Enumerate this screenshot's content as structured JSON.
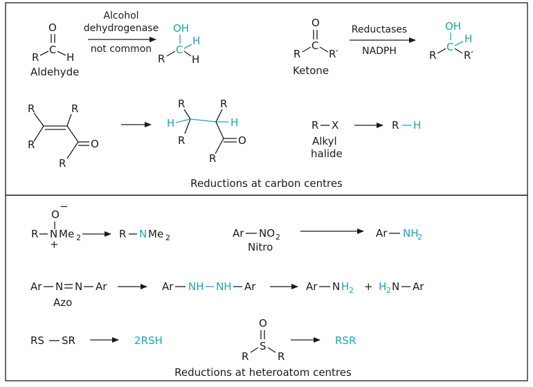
{
  "colors": {
    "ink": "#1a1a1a",
    "accent": "#1fa3b3"
  },
  "carbon": {
    "caption": "Reductions at carbon centres",
    "aldehyde": {
      "name": "Aldehyde",
      "enzyme_line1": "Alcohol",
      "enzyme_line2": "dehydrogenase",
      "note": "not common",
      "O": "O",
      "R": "R",
      "C": "C",
      "H": "H",
      "product_OH": "OH",
      "product_C": "C",
      "product_H1": "H",
      "product_R": "R",
      "product_H2": "H"
    },
    "ketone": {
      "name": "Ketone",
      "enzyme": "Reductases",
      "cofactor": "NADPH",
      "O": "O",
      "R": "R",
      "C": "C",
      "R_prime": "R′",
      "product_OH": "OH",
      "product_C": "C",
      "product_H": "H",
      "product_R": "R",
      "product_R_prime": "R′"
    },
    "enone": {
      "R1": "R",
      "R2": "R",
      "R3": "R",
      "R4": "R",
      "O": "O",
      "p_R1": "R",
      "p_R2": "R",
      "p_H1": "H",
      "p_H2": "H",
      "p_R3": "R",
      "p_R4": "R",
      "p_O": "O"
    },
    "alkyl_halide": {
      "reactant": "R",
      "X": "X",
      "name_line1": "Alkyl",
      "name_line2": "halide",
      "product_R": "R",
      "product_H": "H"
    }
  },
  "hetero": {
    "caption": "Reductions at heteroatom centres",
    "n_oxide": {
      "O": "O",
      "minus": "−",
      "R": "R",
      "N": "N",
      "Me2": "Me",
      "sub2": "2",
      "plus": "+",
      "p_R": "R",
      "p_N": "N",
      "p_Me": "Me",
      "p_sub": "2"
    },
    "nitro": {
      "Ar": "Ar",
      "NO": "NO",
      "sub2": "2",
      "name": "Nitro",
      "p_Ar": "Ar",
      "p_NH": "NH",
      "p_sub": "2"
    },
    "azo": {
      "Ar1": "Ar",
      "N1": "N",
      "N2": "N",
      "Ar2": "Ar",
      "name": "Azo",
      "i_Ar1": "Ar",
      "i_NH1": "NH",
      "i_NH2": "NH",
      "i_Ar2": "Ar",
      "p_Ar": "Ar",
      "p_NH": "NH",
      "p_sub": "2",
      "plus": "+",
      "p_H2N_H": "H",
      "p_H2N_sub": "2",
      "p_H2N_N": "N",
      "p_Ar2": "Ar"
    },
    "disulfide": {
      "RS": "RS",
      "SR": "SR",
      "product": "2RSH"
    },
    "sulfoxide": {
      "O": "O",
      "S": "S",
      "R1": "R",
      "R2": "R",
      "product": "RSR"
    }
  }
}
